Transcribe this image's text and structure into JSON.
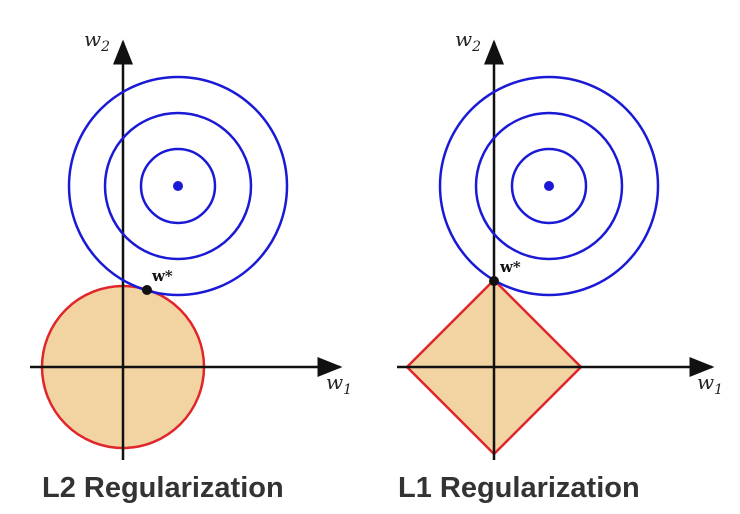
{
  "colors": {
    "contour": "#1a1ad6",
    "center": "#1a1ad6",
    "constraint_fill": "#f2d3a2",
    "constraint_stroke": "#e0262b",
    "axis": "#111111",
    "optimum": "#111111"
  },
  "panels": [
    {
      "caption": "L2 Regularization",
      "y_axis_label": {
        "base": "w",
        "sub": "2"
      },
      "x_axis_label": {
        "base": "w",
        "sub": "1"
      },
      "optimum_label": "w*",
      "constraint_shape": "circle"
    },
    {
      "caption": "L1 Regularization",
      "y_axis_label": {
        "base": "w",
        "sub": "2"
      },
      "x_axis_label": {
        "base": "w",
        "sub": "1"
      },
      "optimum_label": "w*",
      "constraint_shape": "diamond"
    }
  ]
}
